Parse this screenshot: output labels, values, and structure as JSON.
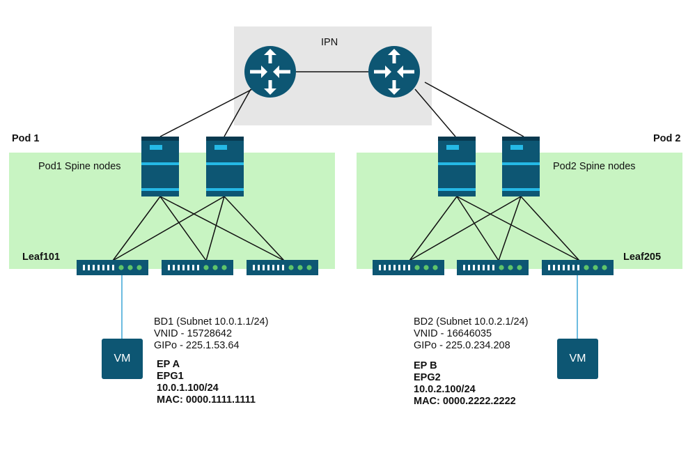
{
  "colors": {
    "pod_bg": "#c8f4c2",
    "ipn_bg": "#e6e6e6",
    "device": "#0d5673",
    "device_dark": "#08394f",
    "spine_stripe": "#25b9e6",
    "leaf_dot": "#5fc46a",
    "vm_link": "#3aa6d6",
    "line": "#111111"
  },
  "ipn": {
    "label": "IPN",
    "routers": [
      "router-icon",
      "router-icon"
    ]
  },
  "pods": [
    {
      "label": "Pod 1",
      "spine_label": "Pod1 Spine nodes",
      "leaf_label": "Leaf101"
    },
    {
      "label": "Pod 2",
      "spine_label": "Pod2 Spine nodes",
      "leaf_label": "Leaf205"
    }
  ],
  "vms": [
    {
      "label": "VM"
    },
    {
      "label": "VM"
    }
  ],
  "bd_info": [
    {
      "line1": "BD1 (Subnet 10.0.1.1/24)",
      "line2": "VNID - 15728642",
      "line3": "GIPo - 225.1.53.64"
    },
    {
      "line1": "BD2 (Subnet 10.0.2.1/24)",
      "line2": "VNID - 16646035",
      "line3": "GIPo - 225.0.234.208"
    }
  ],
  "endpoints": [
    {
      "name": "EP A",
      "epg": "EPG1",
      "ip": "10.0.1.100/24",
      "mac": "MAC: 0000.1111.1111"
    },
    {
      "name": "EP B",
      "epg": "EPG2",
      "ip": "10.0.2.100/24",
      "mac": "MAC: 0000.2222.2222"
    }
  ]
}
